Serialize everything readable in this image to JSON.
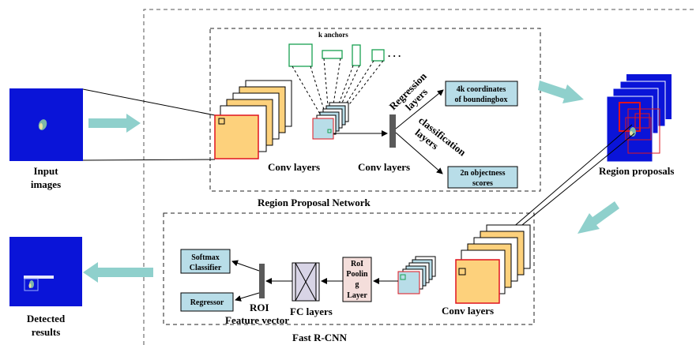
{
  "labels": {
    "input_images_line1": "Input",
    "input_images_line2": "images",
    "detected_results_line1": "Detected",
    "detected_results_line2": "results",
    "region_proposals": "Region proposals",
    "k_anchors": "k anchors",
    "conv_layers_rpn_a": "Conv layers",
    "conv_layers_rpn_b": "Conv layers",
    "regression_layers_line1": "Regression",
    "regression_layers_line2": "layers",
    "classification_layers_line1": "classification",
    "classification_layers_line2": "layers",
    "region_proposal_network": "Region Proposal Network",
    "fast_rcnn": "Fast R-CNN",
    "conv_layers_fast": "Conv layers",
    "fc_layers": "FC layers",
    "roi_feature_line1": "ROI",
    "roi_feature_line2": "Feature vector",
    "ellipsis": ". . ."
  },
  "boxes": {
    "coordinates_line1": "4k coordinates",
    "coordinates_line2": "of boundingbox",
    "objectness_line1": "2n objectness",
    "objectness_line2": "scores",
    "softmax_line1": "Softmax",
    "softmax_line2": "Classifier",
    "regressor": "Regressor",
    "roi_pool_line1": "RoI",
    "roi_pool_line2": "Poolin",
    "roi_pool_line3": "g",
    "roi_pool_line4": "Layer"
  },
  "colors": {
    "image_blue": "#0a14d8",
    "feature_orange": "#fdd17c",
    "feature_border": "#e0141e",
    "box_fill": "#b8dde8",
    "arrow_teal": "#8fd0cc",
    "dark_bar": "#5a5a5a",
    "anchor_green": "#18a050",
    "roi_pool_fill": "#f4dedb"
  }
}
